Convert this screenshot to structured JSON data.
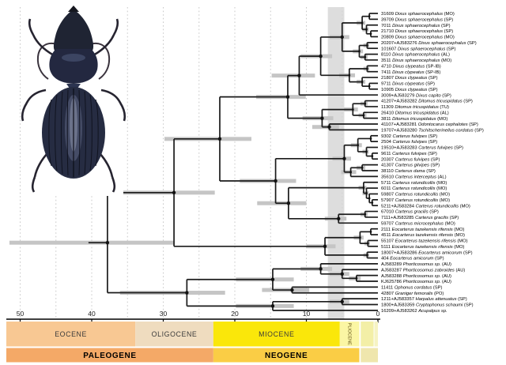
{
  "figure": {
    "kind": "bayesian-chronogram-phylogeny",
    "organism_image": "dark-ground-beetle-dorsal-view"
  },
  "chart_data": {
    "type": "tree-chronogram",
    "time_axis": {
      "unit": "Ma",
      "ticks": [
        50,
        40,
        30,
        20,
        10,
        0
      ],
      "minor_step": 5,
      "range": [
        52,
        0
      ]
    },
    "highlight_band": {
      "from": 7.0,
      "to": 4.7,
      "color": "#d4d4d4"
    },
    "colors": {
      "branch": "#1a1a1a",
      "hpd_bar": "#c5c5c5",
      "gridline": "#c8c8c8"
    },
    "epoch_rows": {
      "row1": [
        {
          "label": "EOCENE",
          "from": 52.0,
          "to": 33.9,
          "color": "#F8C893",
          "text": "#3a3a3a"
        },
        {
          "label": "OLIGOCENE",
          "from": 33.9,
          "to": 23.0,
          "color": "#EFDCBF",
          "text": "#3a3a3a"
        },
        {
          "label": "MIOCENE",
          "from": 23.0,
          "to": 5.33,
          "color": "#FAE70A",
          "text": "#3a3a3a"
        },
        {
          "label": "PLIOCENE",
          "from": 5.33,
          "to": 2.6,
          "color": "#FBF6A4",
          "text": "#5a4a10",
          "vertical": true
        },
        {
          "label": "",
          "from": 2.4,
          "to": 0.6,
          "color": "#F3EFA7"
        },
        {
          "label": "",
          "from": 0.5,
          "to": 0.0,
          "color": "#F6F3C3"
        }
      ],
      "row2": [
        {
          "label": "PALEOGENE",
          "from": 52.0,
          "to": 23.0,
          "color": "#F4A967",
          "text": "#000000",
          "bold": true
        },
        {
          "label": "NEOGENE",
          "from": 23.0,
          "to": 2.6,
          "color": "#FACD45",
          "text": "#000000",
          "bold": true
        },
        {
          "label": "",
          "from": 2.4,
          "to": 0.0,
          "color": "#EFE6AD"
        }
      ]
    },
    "taxa": [
      {
        "code": "31609",
        "name": "Dixus sphaerocephalus",
        "loc": "(MO)"
      },
      {
        "code": "39709",
        "name": "Dixus sphaerocephalus",
        "loc": "(SP)"
      },
      {
        "code": "7011",
        "name": "Dixus sphaerocephalus",
        "loc": "(SP)"
      },
      {
        "code": "21710",
        "name": "Dixus sphaerocephalus",
        "loc": "(SP)"
      },
      {
        "code": "20809",
        "name": "Dixus sphaerocephalus",
        "loc": "(MO)"
      },
      {
        "code": "20207+AJ583276",
        "name": "Dixus sphaerocephalus",
        "loc": "(SP)"
      },
      {
        "code": "101607",
        "name": "Dixus sphaerocephalus",
        "loc": "(SP)"
      },
      {
        "code": "8110",
        "name": "Dixus sphaerocephalus",
        "loc": "(AL)"
      },
      {
        "code": "3511",
        "name": "Dixus sphaerocephalus",
        "loc": "(MO)"
      },
      {
        "code": "4710",
        "name": "Dixus clypeatus",
        "loc": "(SP-IB)"
      },
      {
        "code": "7411",
        "name": "Dixus clypeatus",
        "loc": "(SP-IB)"
      },
      {
        "code": "21807",
        "name": "Dixus clypeatus",
        "loc": "(SP)"
      },
      {
        "code": "9711",
        "name": "Dixus clypeatus",
        "loc": "(SP)"
      },
      {
        "code": "10905",
        "name": "Dixus clypeatus",
        "loc": "(SP)"
      },
      {
        "code": "3009+AJ583279",
        "name": "Dixus capito",
        "loc": "(SP)"
      },
      {
        "code": "41207+AJ583282",
        "name": "Ditomus tricuspidatus",
        "loc": "(SP)"
      },
      {
        "code": "11309",
        "name": "Ditomus tricuspidatus",
        "loc": "(TU)"
      },
      {
        "code": "26410",
        "name": "Ditomus tricuspidatus",
        "loc": "(AL)"
      },
      {
        "code": "3811",
        "name": "Ditomus tricuspidatus",
        "loc": "(MO)"
      },
      {
        "code": "41107+AJ583281",
        "name": "Odontocarus cephalotes",
        "loc": "(SP)"
      },
      {
        "code": "19707+AJ583280",
        "name": "Tschitscherinellus cordatus",
        "loc": "(SP)"
      },
      {
        "code": "9302",
        "name": "Carterus fulvipes",
        "loc": "(SP)"
      },
      {
        "code": "2504",
        "name": "Carterus fulvipes",
        "loc": "(SP)"
      },
      {
        "code": "19510+AJ583283",
        "name": "Carterus fulvipes",
        "loc": "(SP)"
      },
      {
        "code": "9611",
        "name": "Carterus fulvipes",
        "loc": "(SP)"
      },
      {
        "code": "20307",
        "name": "Carterus fulvipes",
        "loc": "(SP)"
      },
      {
        "code": "41307",
        "name": "Carterus gilvipes",
        "loc": "(SP)"
      },
      {
        "code": "38110",
        "name": "Carterus dama",
        "loc": "(SP)"
      },
      {
        "code": "35610",
        "name": "Carterus interceptus",
        "loc": "(AL)"
      },
      {
        "code": "5711",
        "name": "Carterus rotundicollis",
        "loc": "(MO)"
      },
      {
        "code": "6011",
        "name": "Carterus rotundicollis",
        "loc": "(MO)"
      },
      {
        "code": "59807",
        "name": "Carterus rotundicollis",
        "loc": "(MO)"
      },
      {
        "code": "57907",
        "name": "Carterus rotundicollis",
        "loc": "(MO)"
      },
      {
        "code": "5211+AJ583284",
        "name": "Carterus rotundicollis",
        "loc": "(MO)"
      },
      {
        "code": "67010",
        "name": "Carterus gracilis",
        "loc": "(SP)"
      },
      {
        "code": "7111+AJ583285",
        "name": "Carterus gracilis",
        "loc": "(SP)"
      },
      {
        "code": "59707",
        "name": "Carterus microcephalus",
        "loc": "(MO)"
      },
      {
        "code": "2111",
        "name": "Eocarterus tazekensis rifensis",
        "loc": "(MO)"
      },
      {
        "code": "4511",
        "name": "Eocarterus tazekensis rifensis",
        "loc": "(MO)"
      },
      {
        "code": "55107",
        "name": "Eocarterus tazekensis rifensis",
        "loc": "(MO)"
      },
      {
        "code": "5111",
        "name": "Eocarterus tazekensis rifensis",
        "loc": "(MO)"
      },
      {
        "code": "18007+AJ583286",
        "name": "Eocarterus amicorum",
        "loc": "(SP)"
      },
      {
        "code": "404",
        "name": "Eocarterus amicorum",
        "loc": "(SP)"
      },
      {
        "code": "AJ583289",
        "name": "Phorticosomus sp.",
        "loc": "(AU)"
      },
      {
        "code": "AJ583287",
        "name": "Phorticosomus zabroides",
        "loc": "(AU)"
      },
      {
        "code": "AJ583288",
        "name": "Phorticosomus sp.",
        "loc": "(AU)"
      },
      {
        "code": "KJ625786",
        "name": "Phorticosomus sp.",
        "loc": "(AU)"
      },
      {
        "code": "11411",
        "name": "Ophonus cordatus",
        "loc": "(SP)"
      },
      {
        "code": "42807",
        "name": "Graniger femoralis",
        "loc": "(PO)"
      },
      {
        "code": "1211+AJ583357",
        "name": "Harpalus attenuatus",
        "loc": "(SP)"
      },
      {
        "code": "1800+AJ583359",
        "name": "Cryptophonus schaumi",
        "loc": "(SP)"
      },
      {
        "code": "16209+AJ583262",
        "name": "Acupalpus sp.",
        "loc": ""
      }
    ],
    "tree": {
      "a": 37.8,
      "b": [
        28.5,
        51.5
      ],
      "c": [
        {
          "a": 28.5,
          "c": [
            {
              "a": 22.1,
              "c": [
                {
                  "a": 12.6,
                  "c": [
                    {
                      "a": 11.0,
                      "c": [
                        {
                          "a": 8.0,
                          "c": [
                            {
                              "a": 5.0,
                              "c": [
                                {
                                  "a": 2.2,
                                  "c": [
                                    {
                                      "a": 1.2,
                                      "c": [
                                        0,
                                        1
                                      ]
                                    },
                                    {
                                      "a": 1.6,
                                      "c": [
                                        2,
                                        {
                                          "a": 1.0,
                                          "c": [
                                            3,
                                            4
                                          ]
                                        }
                                      ]
                                    }
                                  ]
                                },
                                {
                                  "a": 2.6,
                                  "c": [
                                    {
                                      "a": 1.5,
                                      "c": [
                                        5,
                                        6
                                      ]
                                    },
                                    {
                                      "a": 1.8,
                                      "c": [
                                        7,
                                        8
                                      ]
                                    }
                                  ]
                                }
                              ]
                            },
                            {
                              "a": 4.0,
                              "c": [
                                {
                                  "a": 1.5,
                                  "c": [
                                    9,
                                    10
                                  ]
                                },
                                {
                                  "a": 2.2,
                                  "c": [
                                    11,
                                    {
                                      "a": 1.2,
                                      "c": [
                                        12,
                                        13
                                      ]
                                    }
                                  ]
                                }
                              ]
                            }
                          ]
                        },
                        14
                      ]
                    },
                    {
                      "a": 7.8,
                      "c": [
                        {
                          "a": 3.5,
                          "c": [
                            {
                              "a": 1.8,
                              "c": [
                                15,
                                16
                              ]
                            },
                            {
                              "a": 2.0,
                              "c": [
                                17,
                                18
                              ]
                            }
                          ]
                        },
                        {
                          "a": 6.8,
                          "c": [
                            19,
                            20
                          ]
                        }
                      ]
                    }
                  ]
                },
                {
                  "a": 14.3,
                  "c": [
                    {
                      "a": 4.7,
                      "c": [
                        {
                          "a": 2.8,
                          "c": [
                            {
                              "a": 1.0,
                              "c": [
                                21,
                                22
                              ]
                            },
                            {
                              "a": 1.6,
                              "c": [
                                23,
                                {
                                  "a": 0.8,
                                  "c": [
                                    24,
                                    25
                                  ]
                                }
                              ]
                            }
                          ]
                        },
                        {
                          "a": 3.8,
                          "c": [
                            {
                              "a": 2.2,
                              "c": [
                                26,
                                27
                              ]
                            },
                            28
                          ]
                        }
                      ]
                    },
                    {
                      "a": 12.5,
                      "c": [
                        {
                          "a": 2.0,
                          "c": [
                            29,
                            {
                              "a": 1.6,
                              "c": [
                                30,
                                {
                                  "a": 1.2,
                                  "c": [
                                    31,
                                    {
                                      "a": 0.8,
                                      "c": [
                                        32,
                                        33
                                      ]
                                    }
                                  ]
                                }
                              ]
                            }
                          ]
                        },
                        {
                          "a": 5.5,
                          "c": [
                            {
                              "a": 1.8,
                              "c": [
                                34,
                                35
                              ]
                            },
                            36
                          ]
                        }
                      ]
                    }
                  ]
                }
              ]
            },
            {
              "a": 7.4,
              "c": [
                {
                  "a": 2.5,
                  "c": [
                    {
                      "a": 1.0,
                      "c": [
                        37,
                        38
                      ]
                    },
                    {
                      "a": 1.4,
                      "c": [
                        39,
                        40
                      ]
                    }
                  ]
                },
                {
                  "a": 1.5,
                  "c": [
                    41,
                    42
                  ]
                }
              ]
            }
          ]
        },
        {
          "a": 26.7,
          "c": [
            {
              "a": 14.7,
              "c": [
                {
                  "a": 8.0,
                  "c": [
                    43,
                    {
                      "a": 5.0,
                      "c": [
                        44,
                        {
                          "a": 3.0,
                          "c": [
                            45,
                            46
                          ]
                        }
                      ]
                    }
                  ]
                },
                {
                  "a": 12.0,
                  "c": [
                    47,
                    48
                  ]
                }
              ]
            },
            {
              "a": 14.7,
              "c": [
                {
                  "a": 5.0,
                  "c": [
                    49,
                    50
                  ]
                },
                51
              ]
            }
          ]
        }
      ]
    }
  }
}
